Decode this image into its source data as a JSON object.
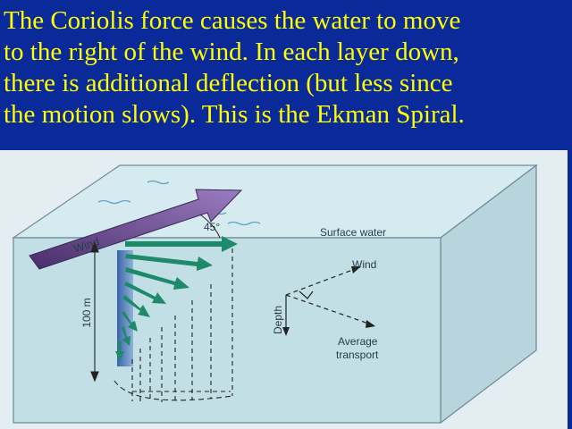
{
  "caption": {
    "lines": [
      "The Coriolis force causes the water to move",
      "to the right of the wind. In each layer down,",
      "there is additional deflection (but less since",
      "the motion slows). This is the Ekman Spiral."
    ]
  },
  "diagram": {
    "wind_label": "Wind",
    "angle_label": "45°",
    "surface_label": "Surface water",
    "depth_scale_label": "100 m",
    "inset": {
      "wind_label": "Wind",
      "depth_label": "Depth",
      "transport_label_line1": "Average",
      "transport_label_line2": "transport"
    }
  },
  "colors": {
    "background": "#0a2a9a",
    "caption_text": "#ffff00",
    "water": "#c3dfe6",
    "wind_arrow": "#7a5a9e",
    "current_arrow": "#1e8a6a",
    "water_column": "#4a7ab8"
  }
}
